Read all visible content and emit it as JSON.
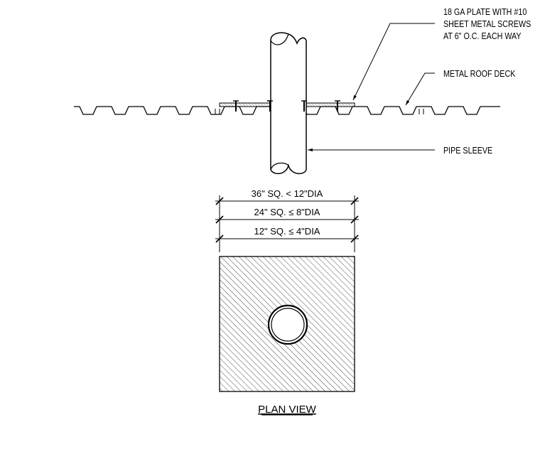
{
  "elevation_callouts": {
    "plate_note": {
      "line1": "18 GA PLATE WITH #10",
      "line2": "SHEET METAL SCREWS",
      "line3": "AT 6\" O.C. EACH WAY"
    },
    "deck_note": "METAL ROOF DECK",
    "sleeve_note": "PIPE SLEEVE"
  },
  "dimensions": {
    "outer": "36\" SQ. < 12\"DIA",
    "middle": "24\" SQ. ≤ 8\"DIA",
    "inner": "12\" SQ. ≤ 4\"DIA"
  },
  "plan_view": {
    "title": "PLAN VIEW"
  },
  "colors": {
    "line": "#000000",
    "background": "#ffffff"
  }
}
